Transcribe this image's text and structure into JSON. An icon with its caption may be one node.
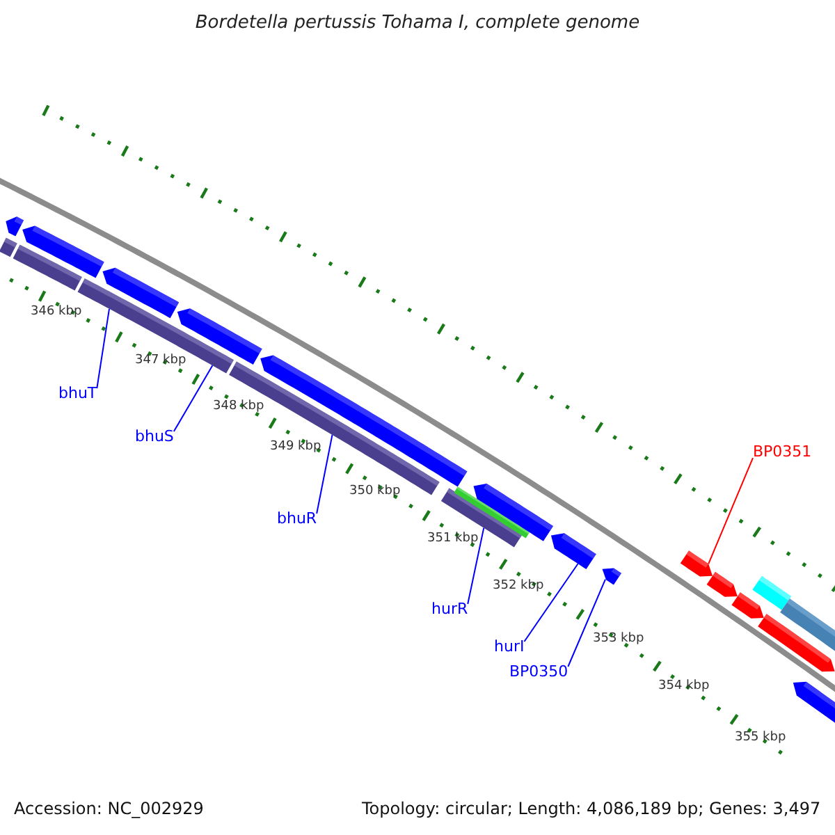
{
  "diagram": {
    "title": "Bordetella pertussis Tohama I, complete genome",
    "nodes": [
      {
        "text": [
          "bhuT"
        ]
      },
      {
        "text": [
          "bhuS"
        ]
      },
      {
        "text": [
          "bhuR"
        ]
      },
      {
        "text": [
          "hurR"
        ]
      },
      {
        "text": [
          "hurI"
        ]
      },
      {
        "text": [
          "BP0350"
        ]
      },
      {
        "text": [
          "BP0351"
        ]
      },
      {
        "text": [],
        "shape": "arrow"
      },
      {
        "text": [],
        "shape": "bar"
      },
      {
        "text": [],
        "shape": "bar"
      },
      {
        "text": [],
        "shape": "arrow"
      },
      {
        "text": [],
        "shape": "bar"
      },
      {
        "text": [],
        "shape": "arrow"
      },
      {
        "text": [],
        "shape": "arrow"
      },
      {
        "text": [],
        "shape": "bar"
      },
      {
        "text": [],
        "shape": "arrow"
      },
      {
        "text": [],
        "shape": "bar"
      },
      {
        "text": [],
        "shape": "bar"
      },
      {
        "text": [],
        "shape": "arrow"
      },
      {
        "text": [],
        "shape": "arrow"
      },
      {
        "text": [],
        "shape": "arrow"
      },
      {
        "text": [],
        "shape": "arrow"
      },
      {
        "text": [],
        "shape": "arrow"
      },
      {
        "text": [],
        "shape": "arrow"
      },
      {
        "text": [],
        "shape": "bar"
      },
      {
        "text": [],
        "shape": "arrow"
      },
      {
        "text": [],
        "shape": "bar"
      },
      {
        "text": [],
        "shape": "arrow"
      }
    ],
    "edges": [
      {
        "from": 0,
        "to": 11,
        "arrow": "none"
      },
      {
        "from": 1,
        "to": 11,
        "arrow": "none"
      },
      {
        "from": 2,
        "to": 14,
        "arrow": "none"
      },
      {
        "from": 3,
        "to": 16,
        "arrow": "none"
      },
      {
        "from": 4,
        "to": 19,
        "arrow": "none"
      },
      {
        "from": 5,
        "to": 20,
        "arrow": "none"
      },
      {
        "from": 6,
        "to": 21,
        "arrow": "none",
        "color": "#ff0000"
      }
    ],
    "labels": [
      "346 kbp",
      "347 kbp",
      "348 kbp",
      "349 kbp",
      "350 kbp",
      "351 kbp",
      "352 kbp",
      "353 kbp",
      "354 kbp",
      "355 kbp",
      "Accession: NC_002929",
      "Topology: circular; Length: 4,086,189 bp; Genes: 3,497"
    ]
  }
}
